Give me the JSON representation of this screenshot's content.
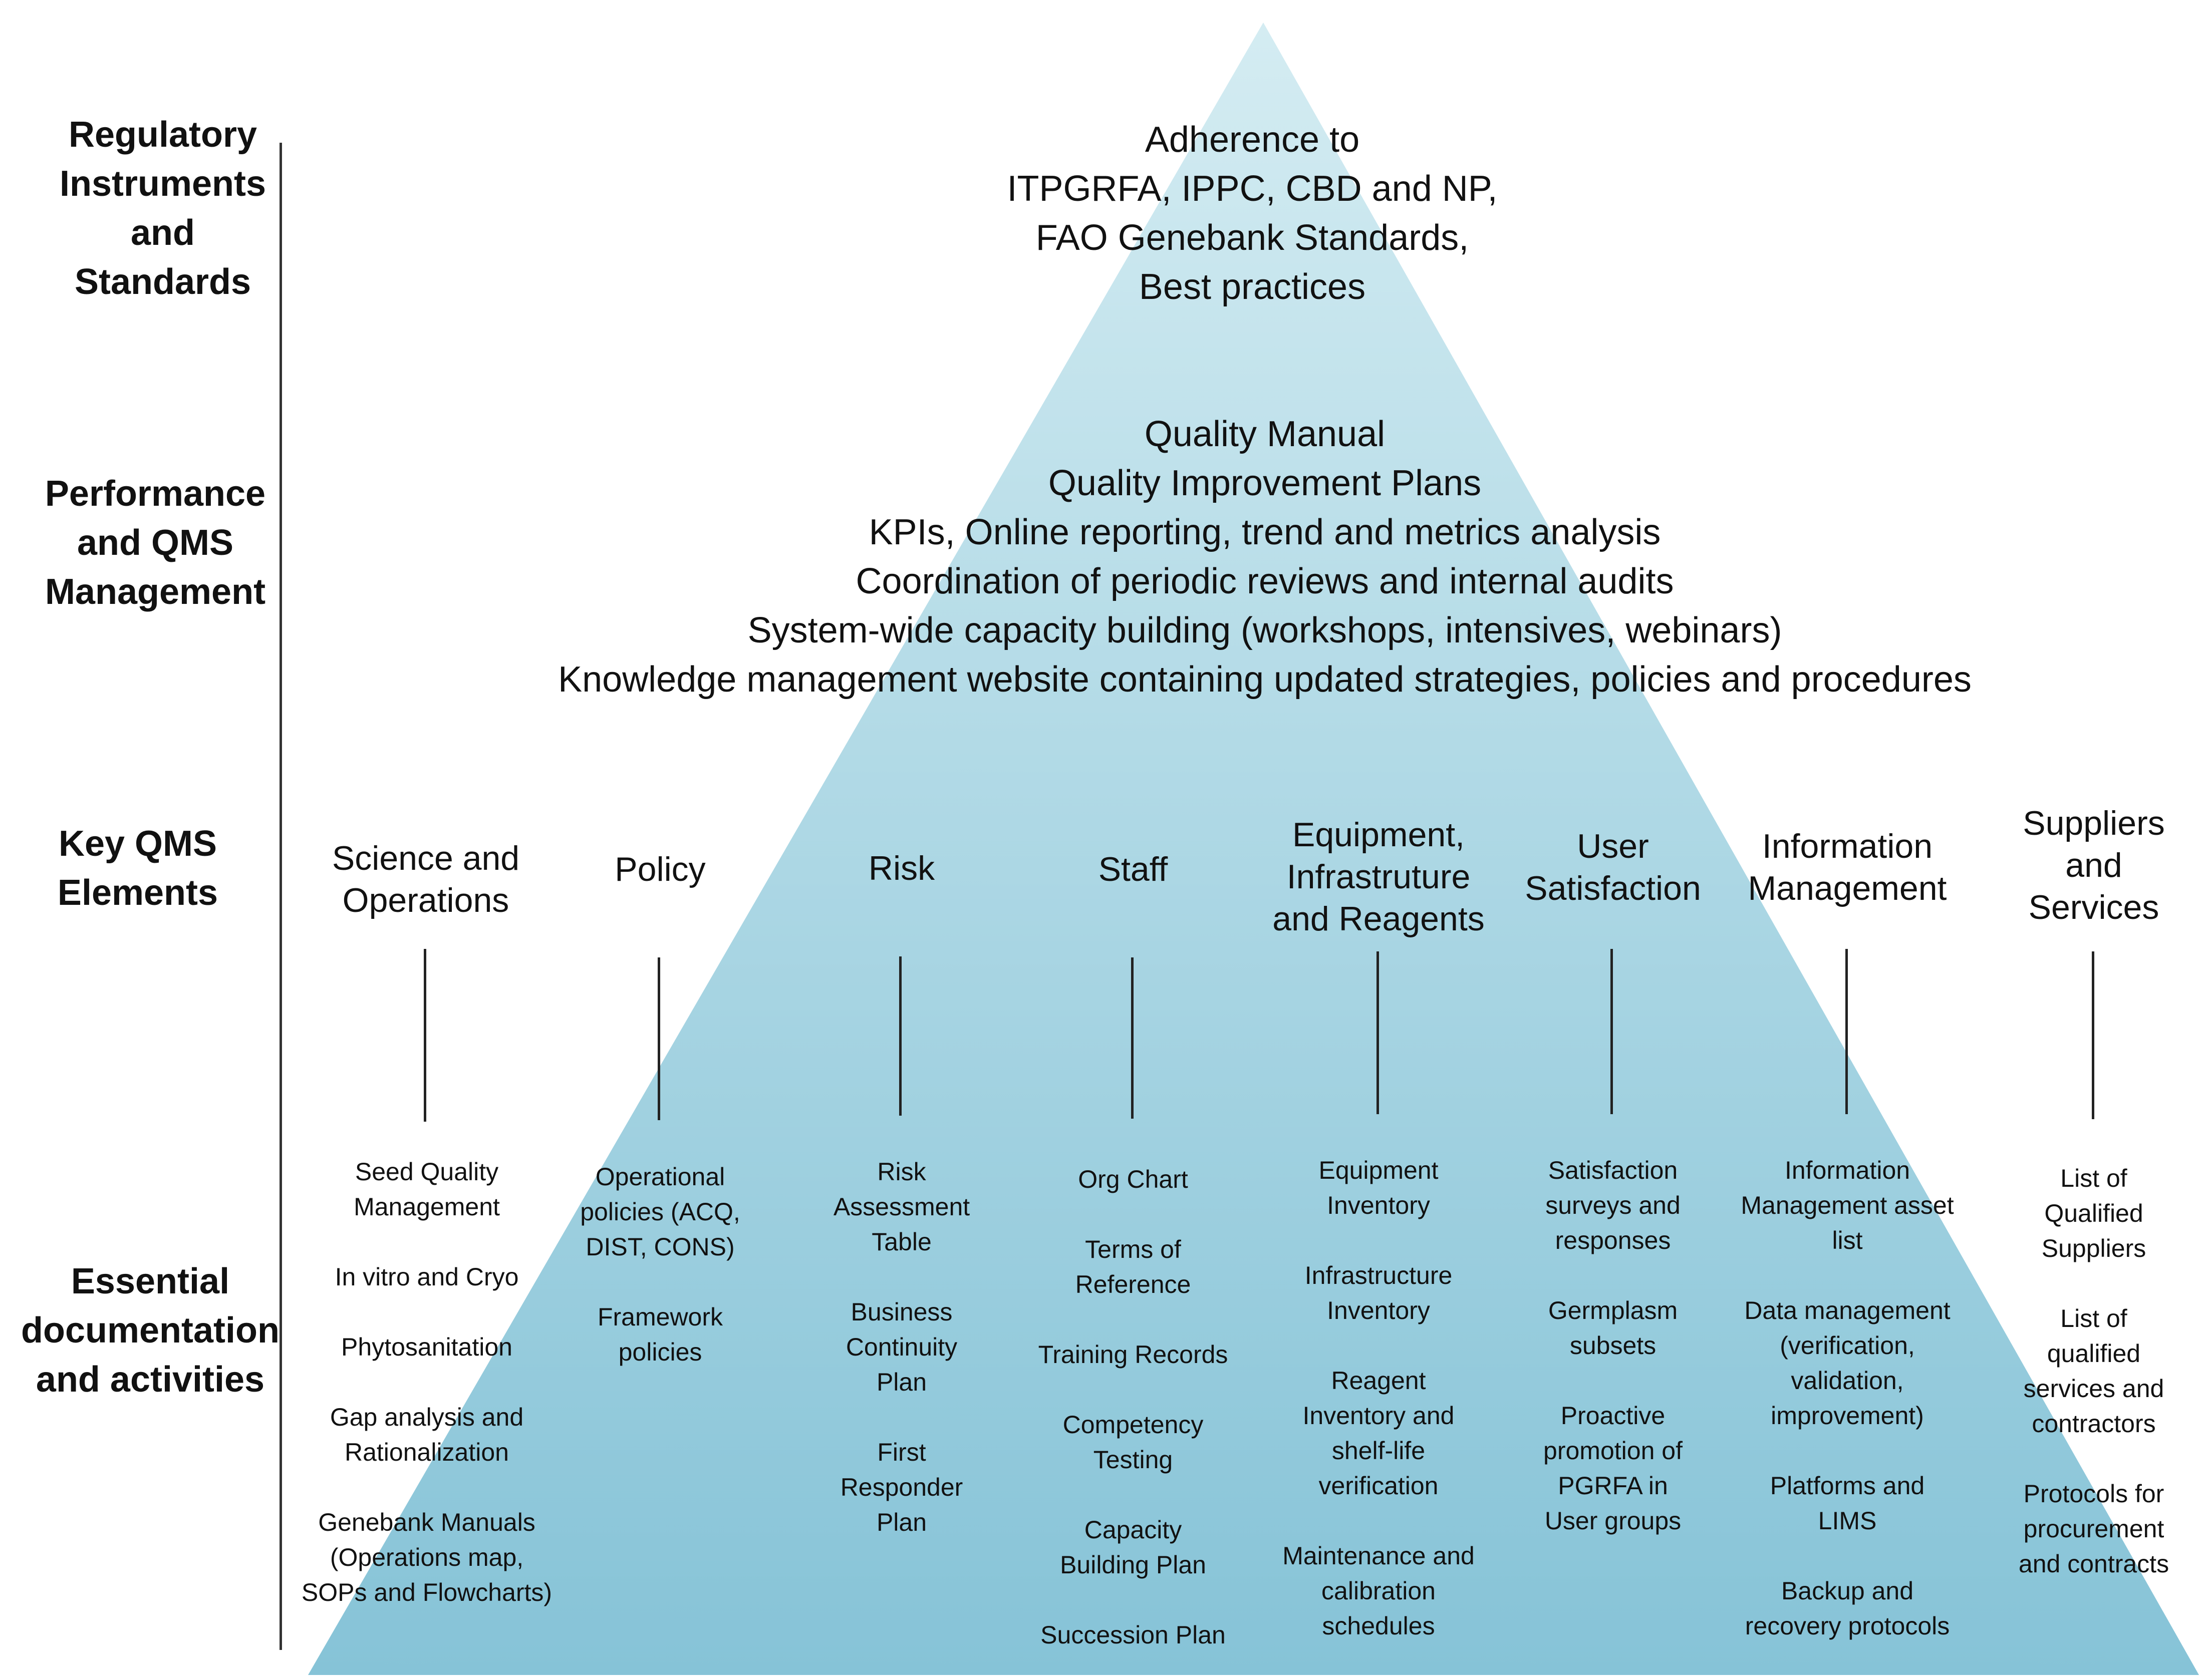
{
  "colors": {
    "pyramid_top": "#d4ecf2",
    "pyramid_bottom": "#86c3d7",
    "line": "#333333"
  },
  "row_labels": [
    "Regulatory\nInstruments\nand\nStandards",
    "Performance\nand QMS\nManagement",
    "Key  QMS\nElements",
    "Essential\ndocumentation\nand activities"
  ],
  "regulatory_text": "Adherence to\nITPGRFA, IPPC, CBD and NP,\nFAO Genebank Standards,\nBest practices",
  "performance_text": "Quality Manual\nQuality Improvement Plans\nKPIs, Online reporting, trend and metrics analysis\nCoordination of periodic reviews and internal audits\nSystem-wide capacity building (workshops, intensives, webinars)\nKnowledge management website containing updated strategies, policies and procedures",
  "elements": [
    {
      "title": "Science and\nOperations",
      "items": [
        "Seed Quality\nManagement",
        "In vitro and Cryo",
        "Phytosanitation",
        "Gap analysis and\nRationalization",
        "Genebank Manuals\n(Operations map,\nSOPs and Flowcharts)"
      ]
    },
    {
      "title": "Policy",
      "items": [
        "Operational\npolicies (ACQ,\nDIST, CONS)",
        "Framework\npolicies"
      ]
    },
    {
      "title": "Risk",
      "items": [
        "Risk\nAssessment\nTable",
        "Business\nContinuity\nPlan",
        "First\nResponder\nPlan"
      ]
    },
    {
      "title": "Staff",
      "items": [
        "Org Chart",
        "Terms of\nReference",
        "Training Records",
        "Competency\nTesting",
        "Capacity\nBuilding Plan",
        "Succession Plan"
      ]
    },
    {
      "title": "Equipment,\nInfrastruture\nand Reagents",
      "items": [
        "Equipment\nInventory",
        "Infrastructure\nInventory",
        "Reagent\nInventory and\nshelf-life\nverification",
        "Maintenance and\ncalibration\nschedules"
      ]
    },
    {
      "title": "User\nSatisfaction",
      "items": [
        "Satisfaction\nsurveys and\nresponses",
        "Germplasm\nsubsets",
        "Proactive\npromotion of\nPGRFA in\nUser groups"
      ]
    },
    {
      "title": "Information\nManagement",
      "items": [
        "Information\nManagement asset\nlist",
        "Data management\n(verification,\nvalidation,\nimprovement)",
        "Platforms and\nLIMS",
        "Backup and\nrecovery protocols"
      ]
    },
    {
      "title": "Suppliers\nand\nServices",
      "items": [
        "List of\nQualified\nSuppliers",
        "List of\nqualified\nservices and\ncontractors",
        "Protocols for\nprocurement\nand contracts"
      ]
    }
  ]
}
